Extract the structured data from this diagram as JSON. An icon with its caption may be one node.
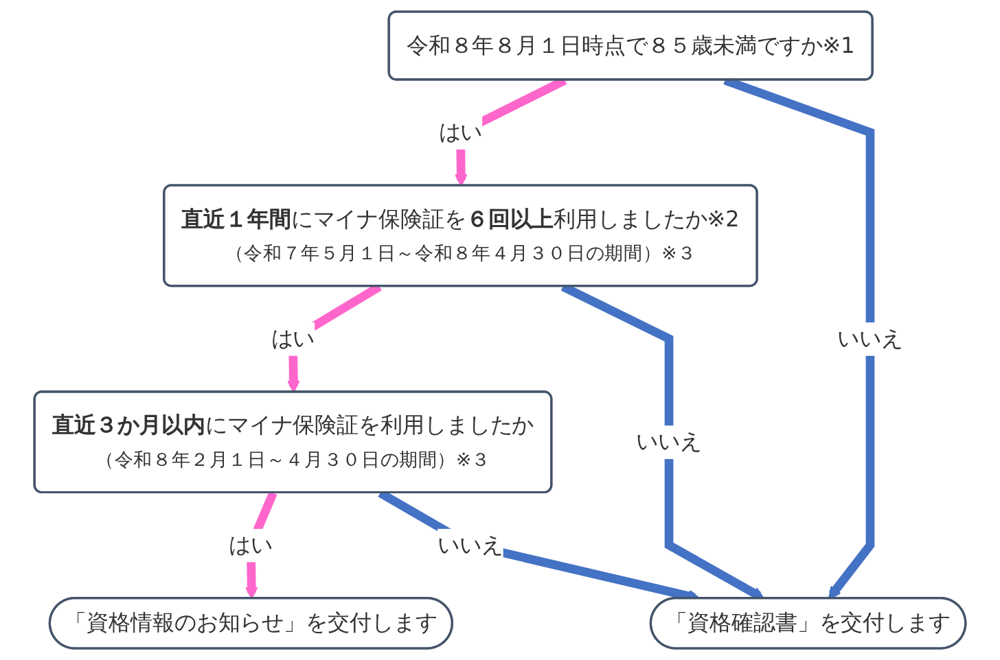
{
  "diagram": {
    "nodes": [
      {
        "text": [
          "令和８年８月１日時点で８５歳未満ですか※1"
        ]
      },
      {
        "text": [
          "**直近１年間**にマイナ保険証を**６回以上**利用しましたか※2",
          "（令和７年５月１日～令和８年４月３０日の期間）※３"
        ]
      },
      {
        "text": [
          "**直近３か月以内**にマイナ保険証を利用しましたか",
          "（令和８年２月１日～４月３０日の期間）※３"
        ]
      },
      {
        "text": [
          "「資格情報のお知らせ」を交付します"
        ]
      },
      {
        "text": [
          "「資格確認書」を交付します"
        ]
      }
    ],
    "edges": [
      {
        "from": 0,
        "to": 1,
        "arrow": "to",
        "label": "はい",
        "color": "#ff66cc"
      },
      {
        "from": 1,
        "to": 2,
        "arrow": "to",
        "label": "はい",
        "color": "#ff66cc"
      },
      {
        "from": 2,
        "to": 3,
        "arrow": "to",
        "label": "はい",
        "color": "#ff66cc"
      },
      {
        "from": 0,
        "to": 4,
        "arrow": "to",
        "label": "いいえ",
        "color": "#4472c4"
      },
      {
        "from": 1,
        "to": 4,
        "arrow": "to",
        "label": "いいえ",
        "color": "#4472c4"
      },
      {
        "from": 2,
        "to": 4,
        "arrow": "to",
        "label": "いいえ",
        "color": "#4472c4"
      }
    ]
  }
}
